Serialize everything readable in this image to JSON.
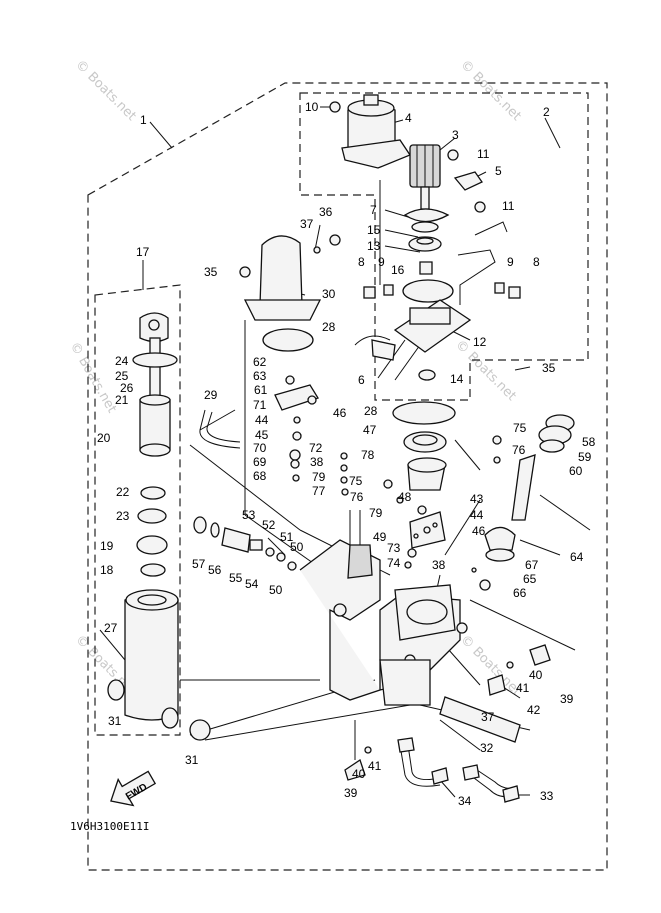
{
  "watermark": "© Boats.net",
  "diagram_code": "1V6H3100E11I",
  "fwd_label": "FWD",
  "labels": [
    "1",
    "2",
    "3",
    "4",
    "5",
    "6",
    "7",
    "8",
    "8",
    "9",
    "9",
    "10",
    "11",
    "11",
    "12",
    "13",
    "14",
    "15",
    "16",
    "17",
    "18",
    "19",
    "20",
    "21",
    "22",
    "23",
    "24",
    "25",
    "26",
    "27",
    "28",
    "28",
    "29",
    "30",
    "31",
    "31",
    "32",
    "33",
    "34",
    "35",
    "35",
    "36",
    "37",
    "37",
    "38",
    "38",
    "39",
    "39",
    "40",
    "40",
    "41",
    "41",
    "42",
    "43",
    "44",
    "44",
    "45",
    "46",
    "46",
    "47",
    "48",
    "49",
    "50",
    "50",
    "51",
    "52",
    "53",
    "54",
    "55",
    "56",
    "57",
    "58",
    "59",
    "60",
    "61",
    "62",
    "63",
    "64",
    "65",
    "66",
    "67",
    "68",
    "69",
    "70",
    "71",
    "72",
    "73",
    "74",
    "75",
    "75",
    "76",
    "76",
    "77",
    "78",
    "79",
    "79"
  ]
}
